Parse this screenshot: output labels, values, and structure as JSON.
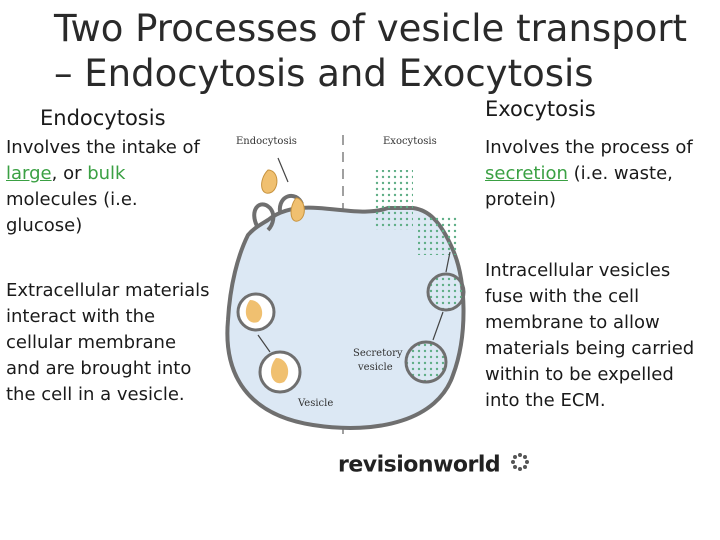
{
  "slide": {
    "title_line1": "Two Processes of vesicle transport",
    "title_line2": "– Endocytosis and Exocytosis"
  },
  "left": {
    "heading": "Endocytosis",
    "p1": {
      "pre": "Involves the intake of ",
      "link1": "large",
      "mid": ", or ",
      "link2": "bulk",
      "post": " molecules (i.e. glucose)"
    },
    "p2": "Extracellular materials interact with the cellular membrane  and are brought into the cell in a vesicle."
  },
  "right": {
    "heading": "Exocytosis",
    "p1": {
      "pre": "Involves  the process of ",
      "link": "secretion",
      "post": " (i.e. waste, protein)"
    },
    "p2": "Intracellular vesicles fuse with the cell membrane to allow materials being carried within to be expelled into the ECM."
  },
  "diagram": {
    "label_endocytosis": "Endocytosis",
    "label_exocytosis": "Exocytosis",
    "label_secretory_1": "Secretory",
    "label_secretory_2": "vesicle",
    "label_vesicle": "Vesicle",
    "colors": {
      "cytoplasm": "#dce8f4",
      "membrane": "#6f6f6f",
      "cargo": "#f0c070",
      "secretion": "#5fae86"
    }
  },
  "logo": {
    "text_dark": "revision",
    "text_bold": "world",
    "icon": "dotted-circle-icon"
  }
}
